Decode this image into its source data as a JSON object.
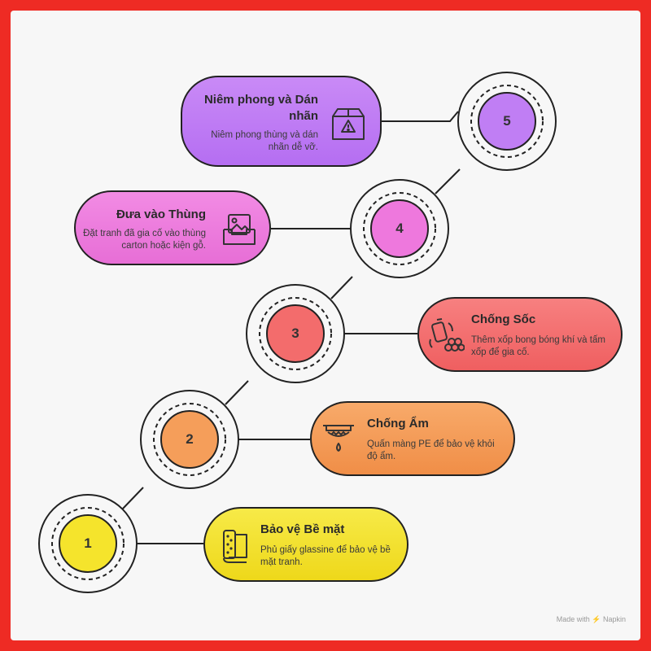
{
  "steps": [
    {
      "number": "1",
      "title": "Bảo vệ Bề mặt",
      "desc": "Phủ giấy glassine để bảo vệ bề mặt tranh.",
      "icon": "paper-roll-icon",
      "color": "#f5e42c"
    },
    {
      "number": "2",
      "title": "Chống Ẩm",
      "desc": "Quấn màng PE để bảo vệ khỏi độ ẩm.",
      "icon": "water-drip-icon",
      "color": "#f59e5a"
    },
    {
      "number": "3",
      "title": "Chống Sốc",
      "desc": "Thêm xốp bong bóng khí và tấm xốp để gia cố.",
      "icon": "bubble-wrap-icon",
      "color": "#f36c6c"
    },
    {
      "number": "4",
      "title": "Đưa vào Thùng",
      "desc": "Đặt tranh đã gia cố vào thùng carton hoặc kiện gỗ.",
      "icon": "picture-tray-icon",
      "color": "#ee78dd"
    },
    {
      "number": "5",
      "title": "Niêm phong và Dán nhãn",
      "desc": "Niêm phong thùng và dán nhãn dễ vỡ.",
      "icon": "fragile-box-icon",
      "color": "#c07ef4"
    }
  ],
  "watermark": "Made with ⚡ Napkin"
}
